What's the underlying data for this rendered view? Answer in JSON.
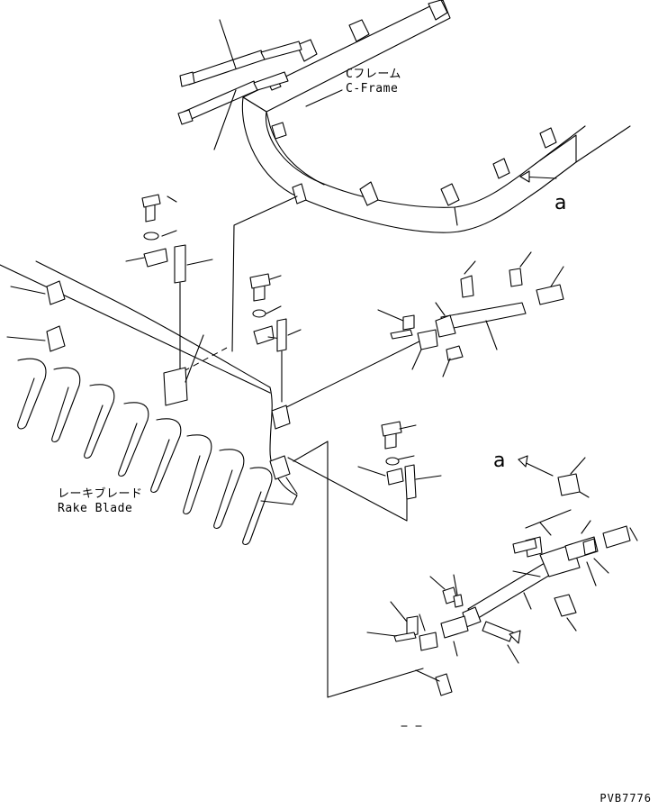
{
  "labels": {
    "c_frame_jp": "Cフレーム",
    "c_frame_en": "C-Frame",
    "rake_blade_jp": "レーキブレード",
    "rake_blade_en": "Rake Blade",
    "view_a_upper": "a",
    "view_a_lower": "a"
  },
  "drawing_code": "PVB7776"
}
